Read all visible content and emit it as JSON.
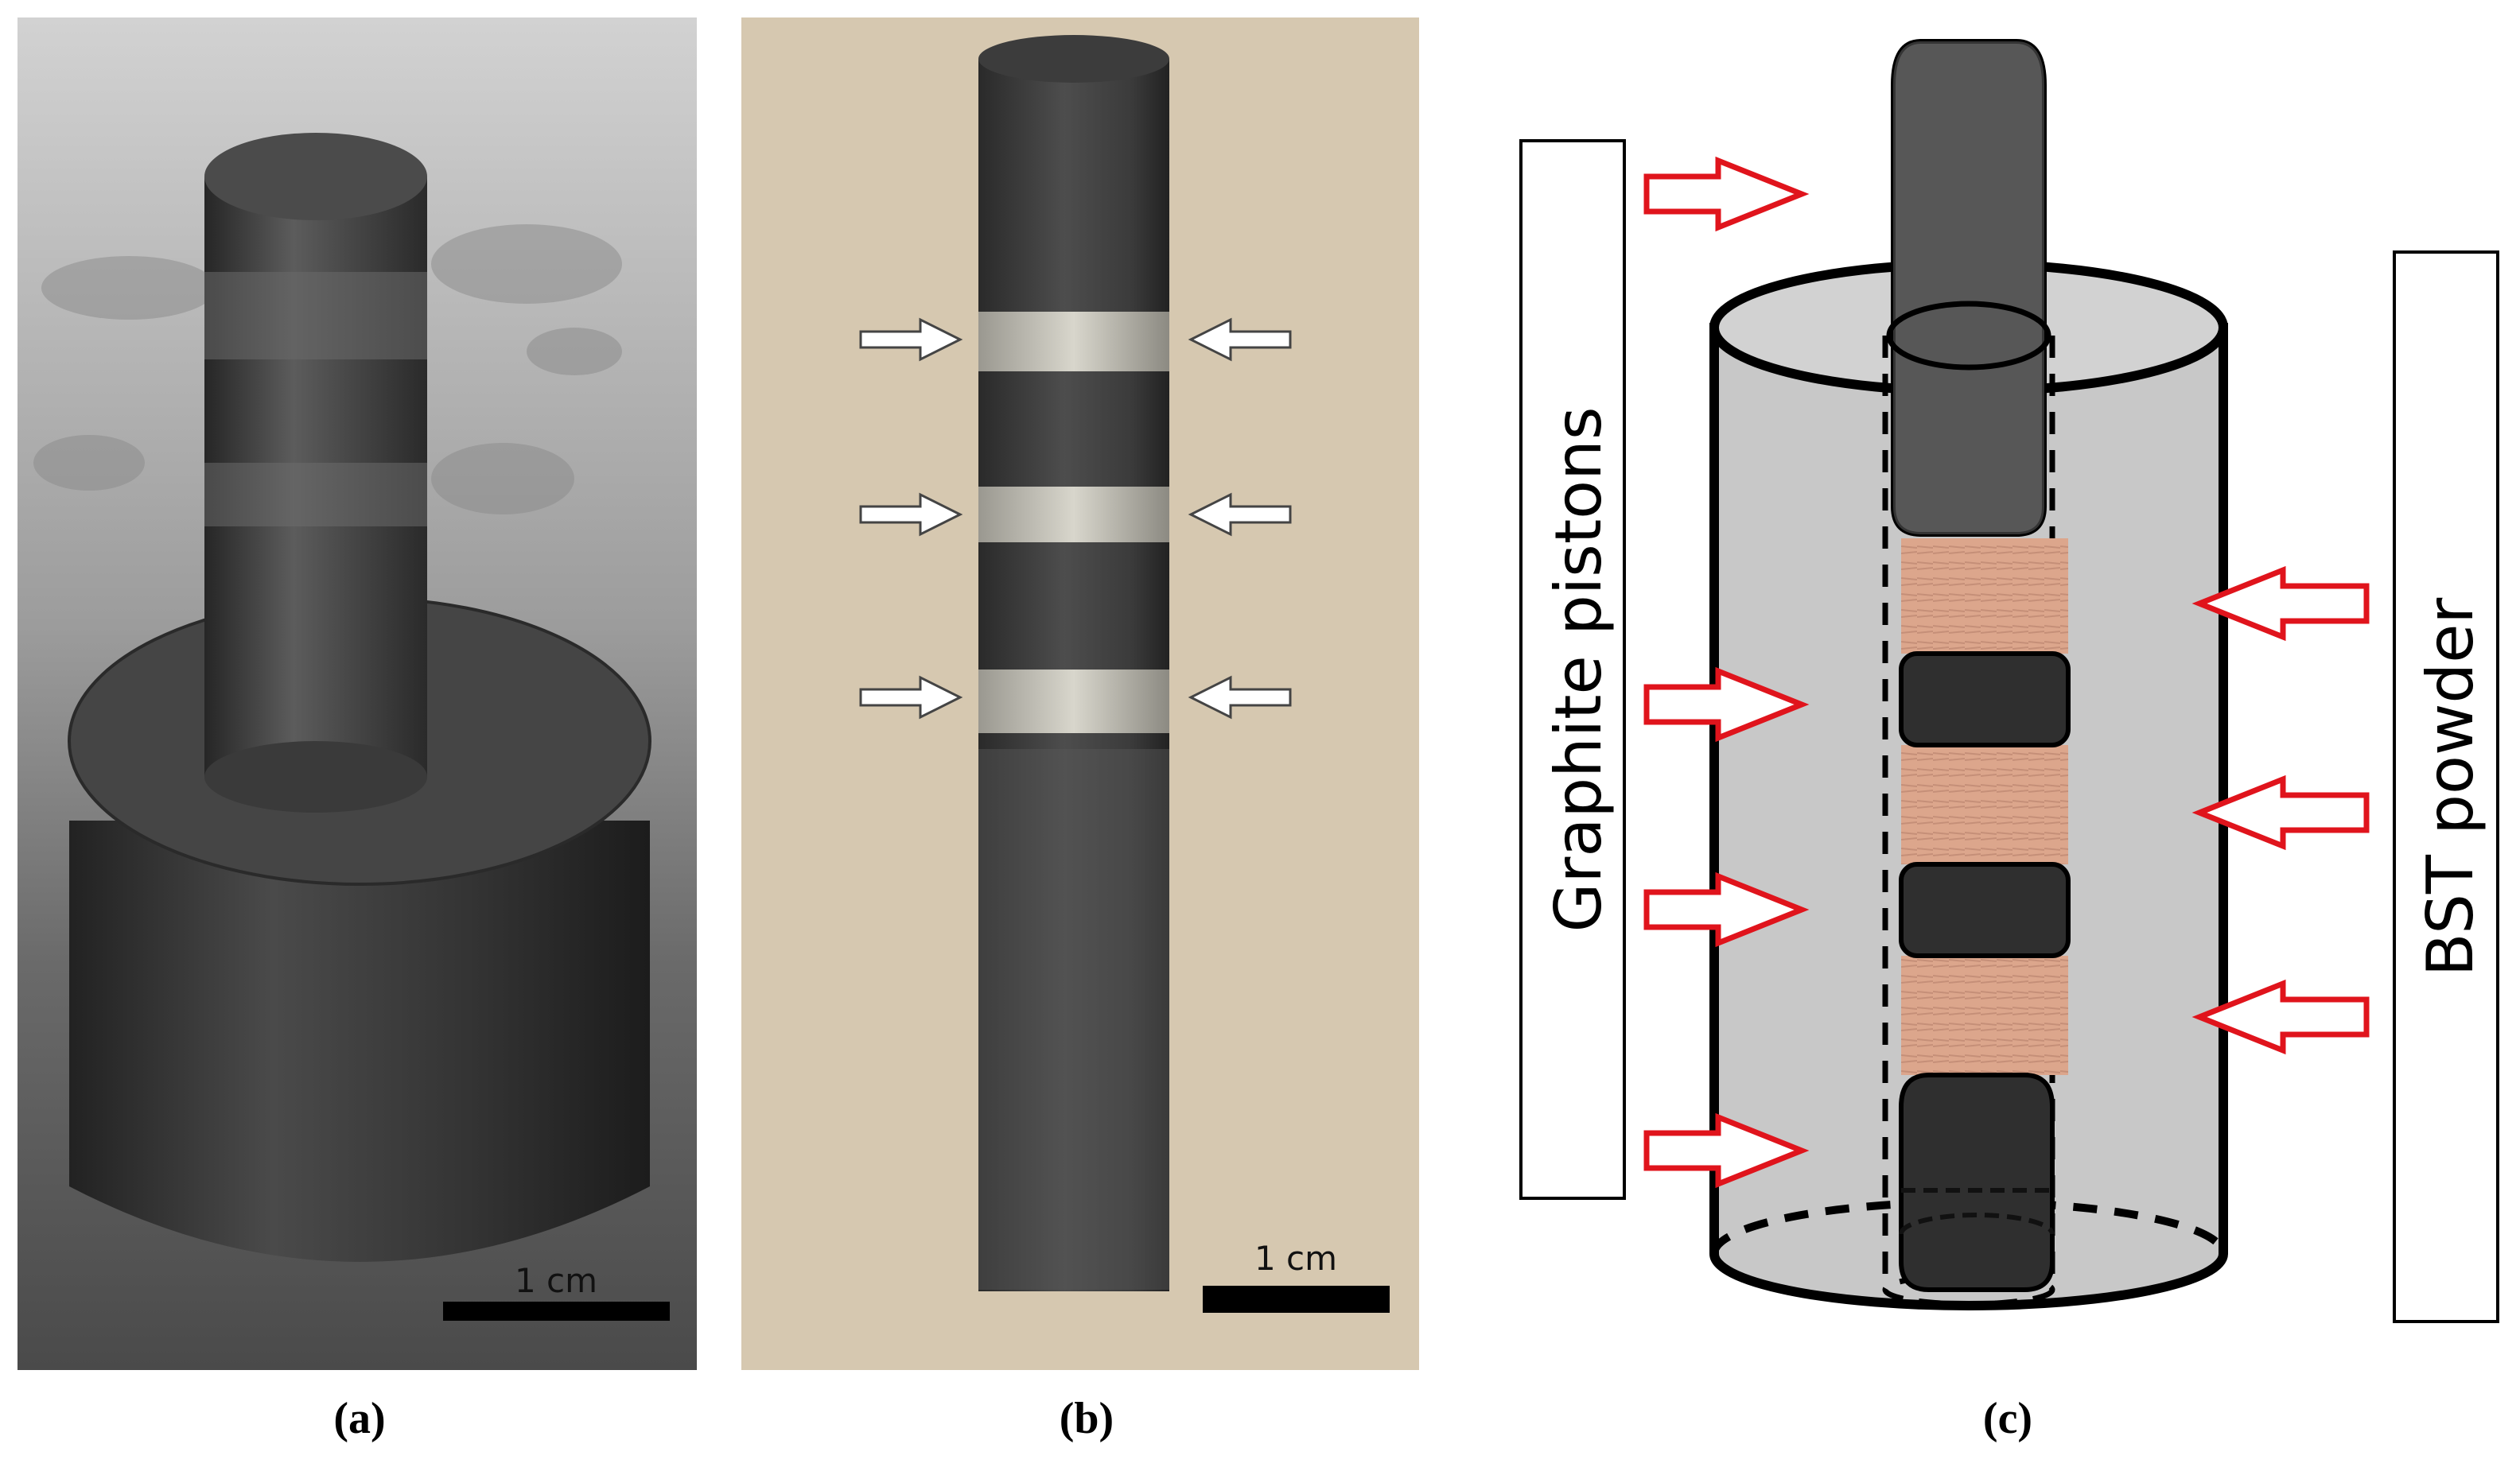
{
  "panels": {
    "a": {
      "caption": "(a)",
      "scale_bar": "1 cm"
    },
    "b": {
      "caption": "(b)",
      "scale_bar": "1 cm"
    },
    "c": {
      "caption": "(c)",
      "label_left": "Graphite pistons",
      "label_right": "BST powder"
    }
  },
  "colors": {
    "graphite": "#2f2f2f",
    "bst_powder": "#d9a48c",
    "arrow_red": "#e0141c",
    "mold_fill": "#c8c8c8",
    "photo_b_background": "#d6c8b0"
  },
  "icons": {
    "photo_a": "graphite-mold-photo",
    "photo_b": "sintered-rod-photo",
    "arrows_b": "white-arrow-icon",
    "arrows_c": "red-outline-arrow-icon"
  }
}
